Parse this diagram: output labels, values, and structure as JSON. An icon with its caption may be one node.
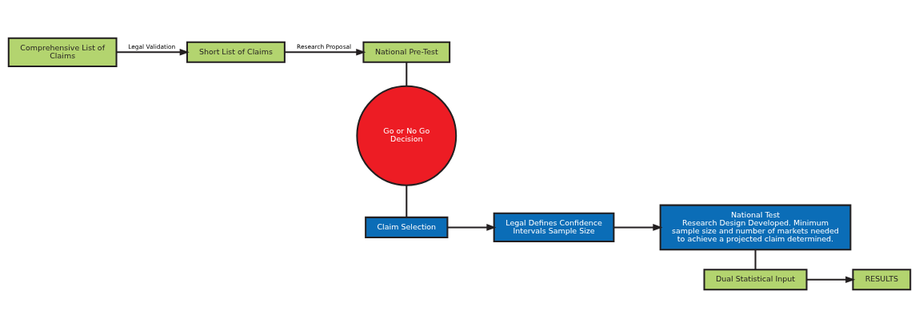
{
  "diagram": {
    "nodes": [
      {
        "text": [
          "Comprehensive List of Claims"
        ]
      },
      {
        "text": [
          "Short List of Claims"
        ]
      },
      {
        "text": [
          "National Pre-Test"
        ]
      },
      {
        "text": [
          "Go or No Go Decision"
        ]
      },
      {
        "text": [
          "Claim Selection"
        ]
      },
      {
        "text": [
          "Legal Defines Confidence Intervals Sample Size"
        ]
      },
      {
        "text": [
          "National Test",
          "Research Design Developed. Minimum sample size and number of markets needed to achieve a projected claim determined."
        ]
      },
      {
        "text": [
          "Dual Statistical Input"
        ]
      },
      {
        "text": [
          "RESULTS"
        ]
      }
    ],
    "edges": [
      {
        "from": 0,
        "to": 1,
        "arrow": "to",
        "label": "Legal Validation"
      },
      {
        "from": 1,
        "to": 2,
        "arrow": "to",
        "label": "Research Proposal"
      },
      {
        "from": 2,
        "to": 3,
        "arrow": "none"
      },
      {
        "from": 3,
        "to": 4,
        "arrow": "none"
      },
      {
        "from": 4,
        "to": 5,
        "arrow": "to"
      },
      {
        "from": 5,
        "to": 6,
        "arrow": "to"
      },
      {
        "from": 6,
        "to": 7,
        "arrow": "none"
      },
      {
        "from": 7,
        "to": 8,
        "arrow": "to"
      }
    ]
  }
}
